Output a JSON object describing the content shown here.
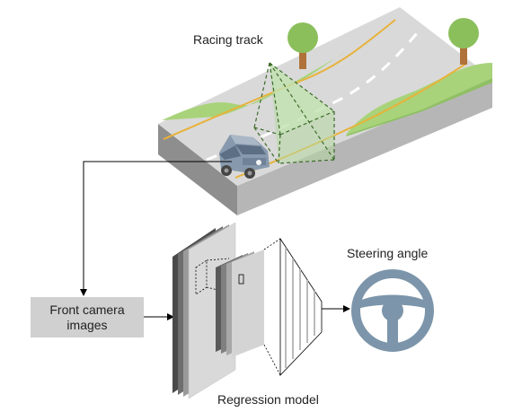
{
  "labels": {
    "racing_track": "Racing track",
    "steering_angle": "Steering angle",
    "regression_model": "Regression model",
    "camera_line1": "Front camera",
    "camera_line2": "images"
  },
  "colors": {
    "road_top": "#d7d7d7",
    "road_side": "#b4b4b4",
    "road_front": "#9a9a9a",
    "grass": "#a8d37a",
    "yellow_line": "#e8b23a",
    "tree_foliage": "#8bbf5c",
    "tree_trunk": "#b0723a",
    "fov_fill": "#b5d9a0",
    "fov_stroke": "#3d6b2a",
    "car_body": "#8799ad",
    "wheel": "#7c95aa",
    "layer_dark": "#4a4a4a",
    "layer_mid": "#8a8a8a",
    "layer_light": "#d9d9d9",
    "camera_box": "#d0d0d0"
  },
  "icons": {
    "steering": "steering-wheel-icon",
    "car": "car-icon",
    "tree": "tree-icon"
  }
}
